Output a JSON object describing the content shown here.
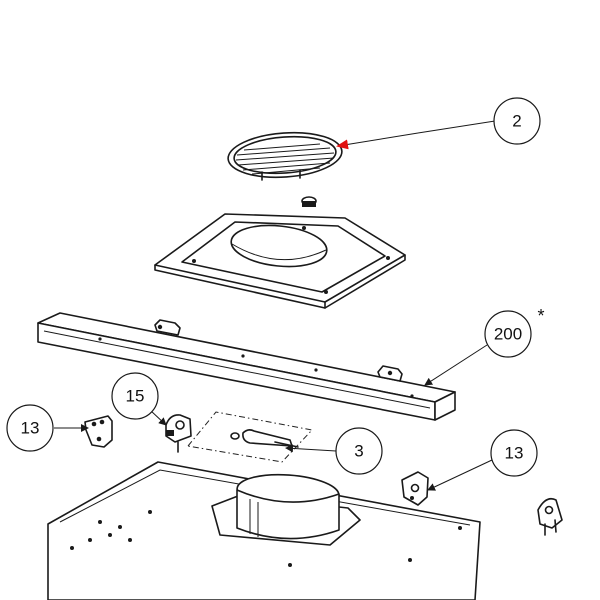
{
  "callouts": {
    "c2": "2",
    "c200": "200",
    "c200_mark": "*",
    "c15": "15",
    "c13_left": "13",
    "c3": "3",
    "c13_right": "13"
  },
  "colors": {
    "accent_arrow": "#e01010",
    "line": "#1a1a1a"
  }
}
